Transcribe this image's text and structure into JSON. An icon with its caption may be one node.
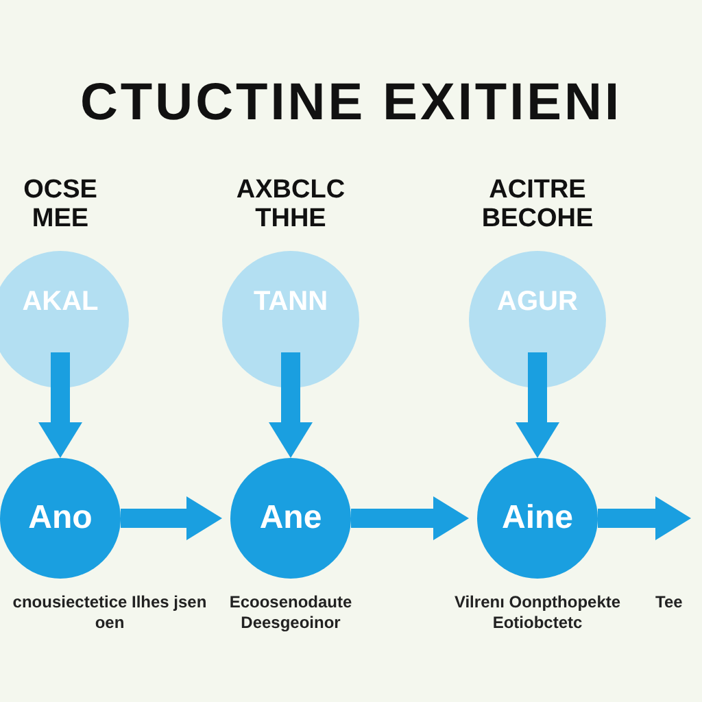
{
  "diagram": {
    "title": "CTUCTINE EXITIENI",
    "nodes": [
      {
        "text": [
          "OCSE MEE",
          "AKAL"
        ]
      },
      {
        "text": [
          "AXBCLC THHE",
          "TANN"
        ]
      },
      {
        "text": [
          "ACITRE BECOHE",
          "AGUR"
        ]
      },
      {
        "text": [
          "Ano"
        ],
        "beside": [
          "cnousiectetice Ilhes jsen oen"
        ]
      },
      {
        "text": [
          "Ane"
        ],
        "beside": [
          "Ecoosenodaute Deesgeoinor"
        ]
      },
      {
        "text": [
          "Aine"
        ],
        "beside": [
          "Vilrenı Oonpthopekte Eotiobctetc"
        ]
      }
    ],
    "edges": [
      {
        "from": 0,
        "to": 3,
        "arrow": "to"
      },
      {
        "from": 1,
        "to": 4,
        "arrow": "to"
      },
      {
        "from": 2,
        "to": 5,
        "arrow": "to"
      },
      {
        "from": 3,
        "to": 4,
        "arrow": "to"
      },
      {
        "from": 4,
        "to": 5,
        "arrow": "to"
      },
      {
        "from": 5,
        "to": null,
        "arrow": "to"
      }
    ],
    "labels": [
      "Tee"
    ]
  }
}
